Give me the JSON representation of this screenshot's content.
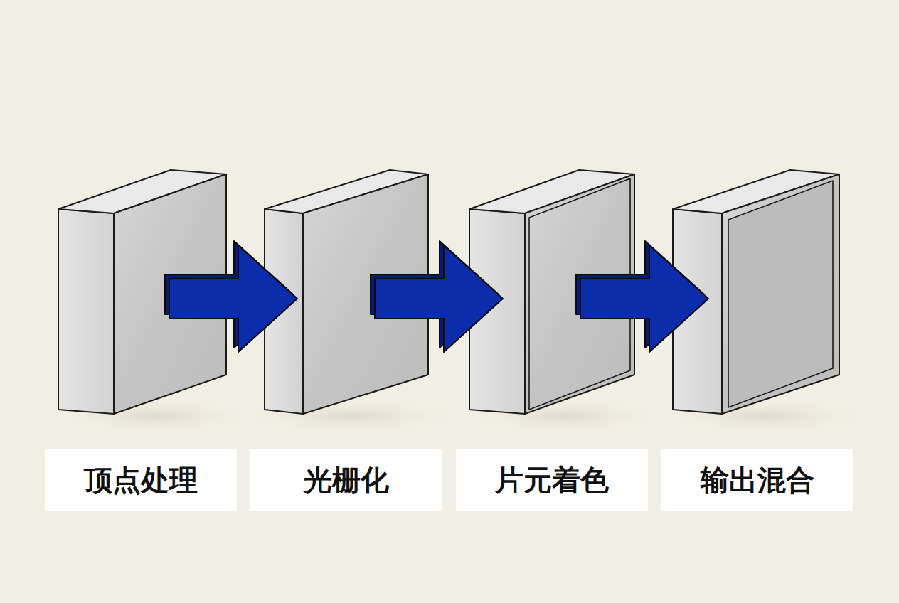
{
  "diagram": {
    "nodes": [
      {
        "text": [
          "顶点处理"
        ]
      },
      {
        "text": [
          "光栅化"
        ]
      },
      {
        "text": [
          "片元着色"
        ]
      },
      {
        "text": [
          "输出混合"
        ]
      }
    ],
    "edges": [
      {
        "from": 0,
        "to": 1,
        "arrow": "to"
      },
      {
        "from": 1,
        "to": 2,
        "arrow": "to"
      },
      {
        "from": 2,
        "to": 3,
        "arrow": "to"
      }
    ]
  }
}
